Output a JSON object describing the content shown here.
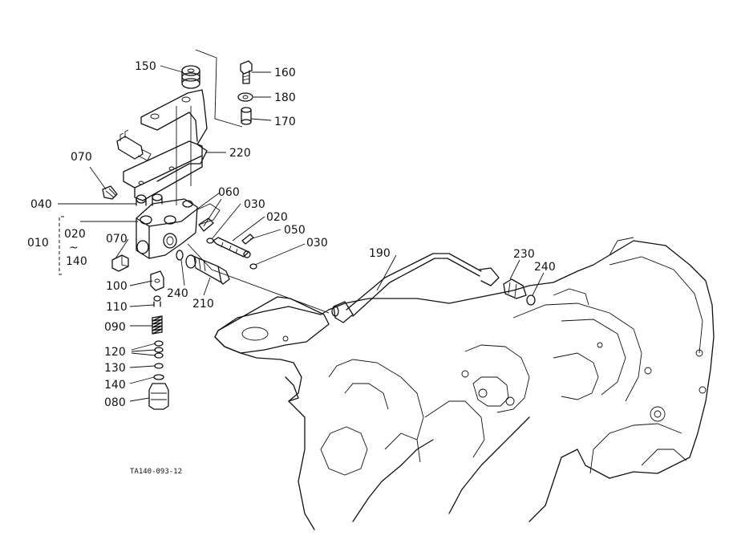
{
  "diagram": {
    "drawing_id": "TA140-093-12",
    "callouts": {
      "c150": "150",
      "c160": "160",
      "c180": "180",
      "c170": "170",
      "c220": "220",
      "c070a": "070",
      "c040": "040",
      "c060": "060",
      "c030a": "030",
      "c020a": "020",
      "c050": "050",
      "c030b": "030",
      "c010": "010",
      "c020b": "020",
      "c140a": "140",
      "c070b": "070",
      "c190": "190",
      "c230": "230",
      "c240a": "240",
      "c100": "100",
      "c240b": "240",
      "c210": "210",
      "c110": "110",
      "c090": "090",
      "c120": "120",
      "c130": "130",
      "c140b": "140",
      "c080": "080"
    }
  }
}
